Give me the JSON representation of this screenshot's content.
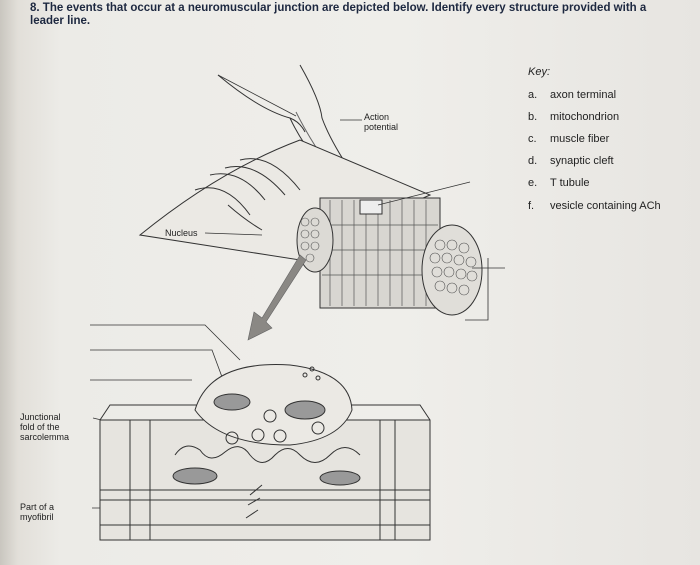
{
  "question": {
    "number": "8.",
    "text": "The events that occur at a neuromuscular junction are depicted below. Identify every structure provided with a leader line."
  },
  "key": {
    "title": "Key:",
    "items": [
      {
        "letter": "a.",
        "label": "axon terminal"
      },
      {
        "letter": "b.",
        "label": "mitochondrion"
      },
      {
        "letter": "c.",
        "label": "muscle fiber"
      },
      {
        "letter": "d.",
        "label": "synaptic cleft"
      },
      {
        "letter": "e.",
        "label": "T tubule"
      },
      {
        "letter": "f.",
        "label": "vesicle containing ACh"
      }
    ]
  },
  "labels": {
    "action_potential": "Action\npotential",
    "nucleus": "Nucleus",
    "junctional_fold": "Junctional\nfold of the\nsarcolemma",
    "myofibril": "Part of a\nmyofibril"
  }
}
